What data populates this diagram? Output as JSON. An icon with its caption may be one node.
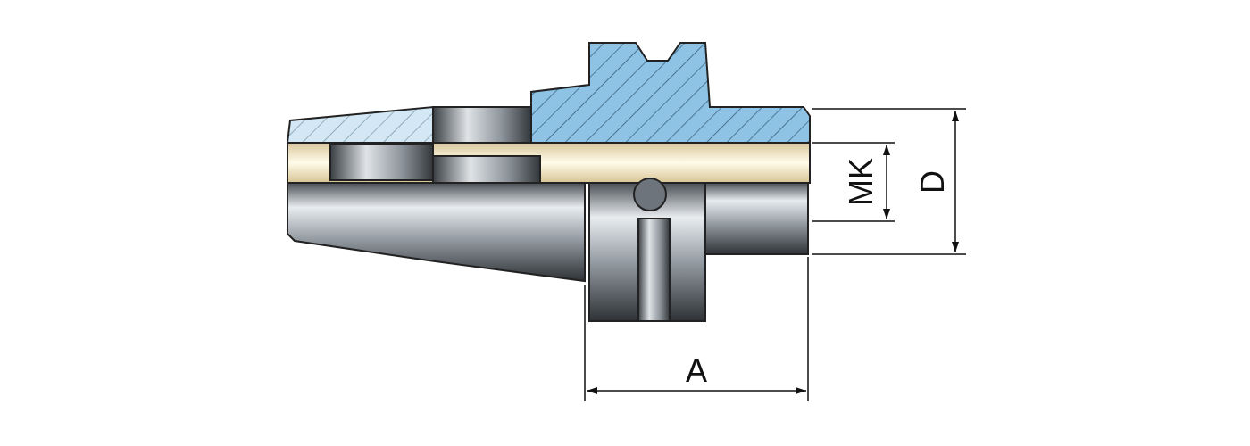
{
  "diagram": {
    "labels": [
      "MK",
      "D",
      "A"
    ]
  }
}
